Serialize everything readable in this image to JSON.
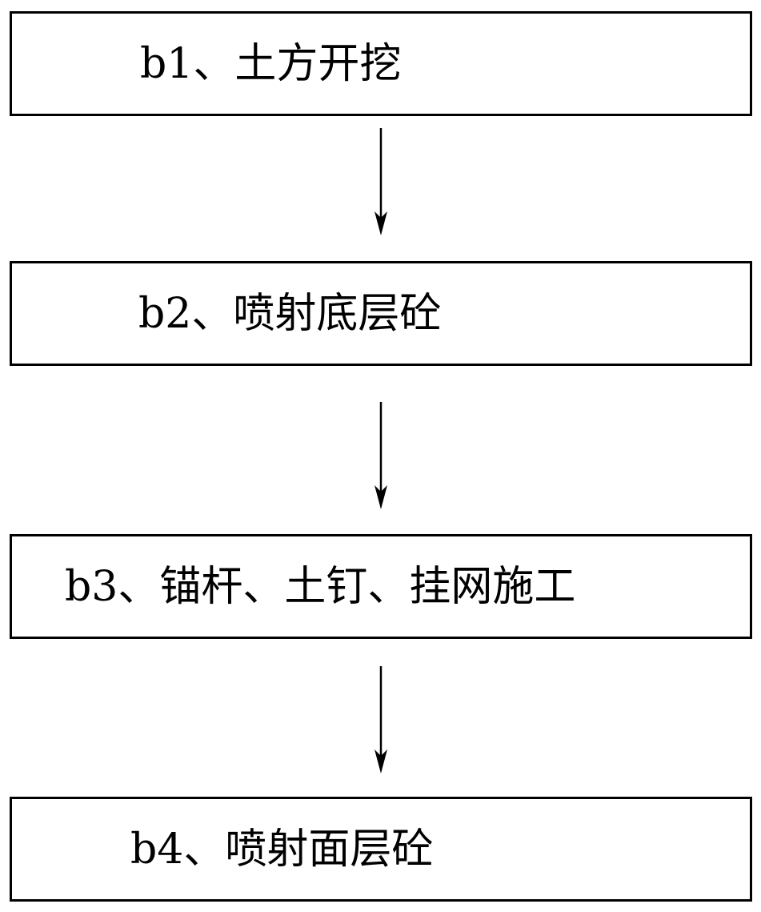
{
  "steps": [
    {
      "label": "b1、土方开挖"
    },
    {
      "label": "b2、喷射底层砼"
    },
    {
      "label": "b3、锚杆、土钉、挂网施工"
    },
    {
      "label": "b4、喷射面层砼"
    }
  ]
}
